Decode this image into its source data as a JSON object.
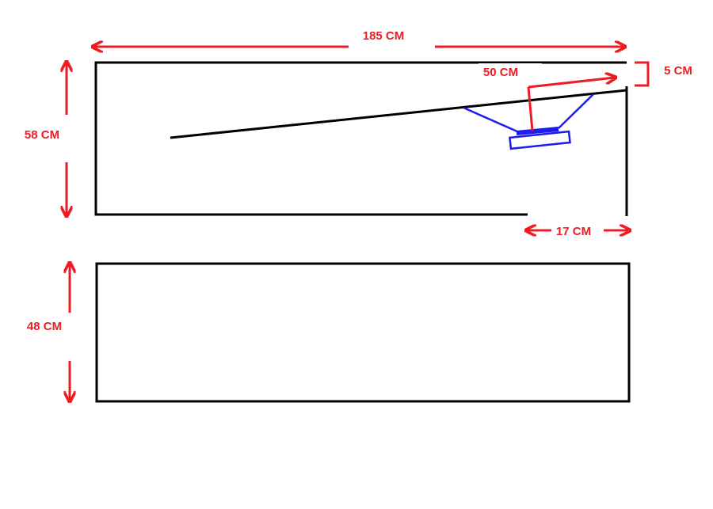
{
  "colors": {
    "background": "#ffffff",
    "outline": "#000000",
    "dimension": "#ed1c24",
    "bracket": "#1c1cee"
  },
  "labels": {
    "width_total": "185 CM",
    "height_top": "58 CM",
    "height_bottom": "48 CM",
    "offset_right": "17 CM",
    "rail_length": "50 CM",
    "gap_top": "5 CM"
  }
}
